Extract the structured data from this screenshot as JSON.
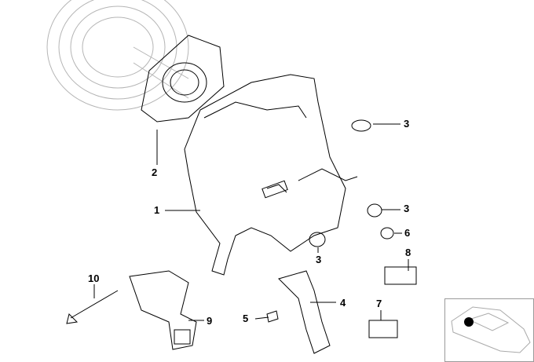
{
  "diagram": {
    "callouts": [
      "1",
      "2",
      "3",
      "3",
      "3",
      "4",
      "5",
      "6",
      "7",
      "8",
      "9",
      "10"
    ]
  },
  "colors": {
    "line": "#000000",
    "ghost": "#b0b0b0",
    "marker": "#000000"
  },
  "thumbnail": {
    "icon": "car-location-icon"
  }
}
